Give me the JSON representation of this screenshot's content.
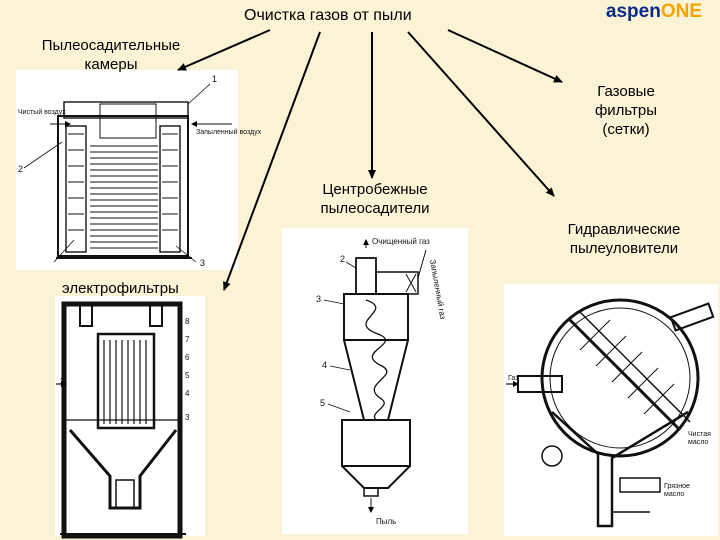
{
  "slide": {
    "title": "Очистка газов от пыли",
    "logo_left": "aspen",
    "logo_right": "ONE",
    "logo_colors": {
      "aspen": "#0a2a8a",
      "one": "#f5a300"
    },
    "background": "#fbf3d6"
  },
  "categories": {
    "settling_chambers": {
      "line1": "Пылеосадительные",
      "line2": "камеры"
    },
    "gas_filters": {
      "line1": "Газовые",
      "line2": "фильтры",
      "line3": "(сетки)"
    },
    "centrifugal": {
      "line1": "Центробежные",
      "line2": "пылеосадители"
    },
    "hydraulic": {
      "line1": "Гидравлические",
      "line2": "пылеуловители"
    },
    "electrofilters": {
      "label": "электрофильтры"
    }
  },
  "diagram_labels": {
    "clean_air": "Чистый воздух",
    "dusty_air": "Запыленный воздух",
    "clean_gas": "Очищенный газ",
    "dusty_gas": "Запыленный газ",
    "dust": "Пыль",
    "n1": "1",
    "n2": "2",
    "n3": "3",
    "n4": "4",
    "n5": "5"
  }
}
